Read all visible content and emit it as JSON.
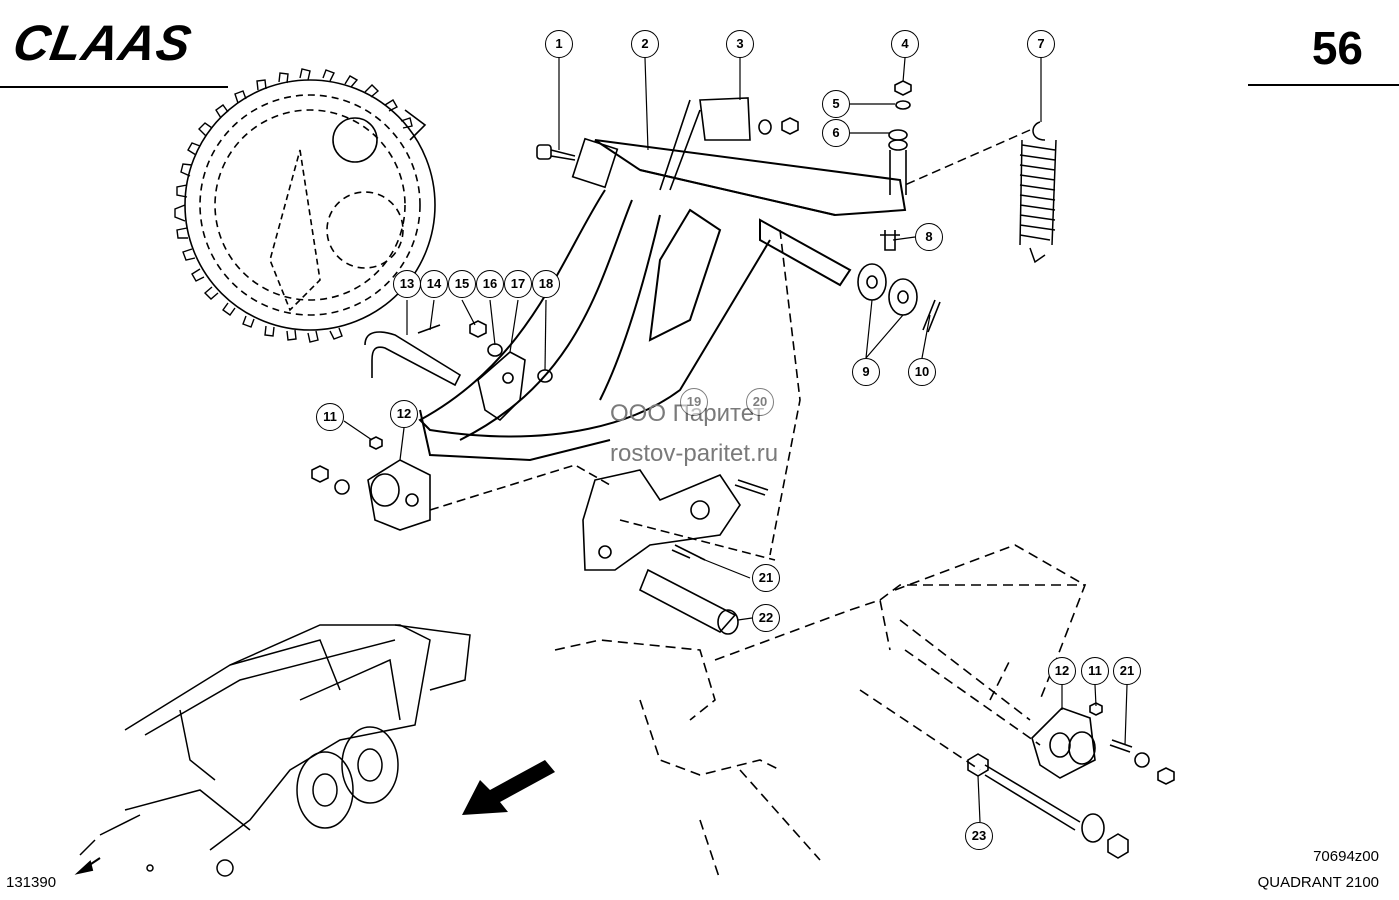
{
  "header": {
    "brand": "CLAAS",
    "page_number": "56"
  },
  "footer": {
    "ref_left": "131390",
    "ref_right": "70694z00",
    "model": "QUADRANT 2100"
  },
  "watermark": {
    "line1": "ООО Паритет",
    "line2": "rostov-paritet.ru"
  },
  "callouts": [
    "1",
    "2",
    "3",
    "4",
    "5",
    "6",
    "7",
    "8",
    "9",
    "10",
    "11",
    "12",
    "13",
    "14",
    "15",
    "16",
    "17",
    "18",
    "19",
    "20",
    "21",
    "22",
    "12",
    "11",
    "21",
    "23"
  ]
}
